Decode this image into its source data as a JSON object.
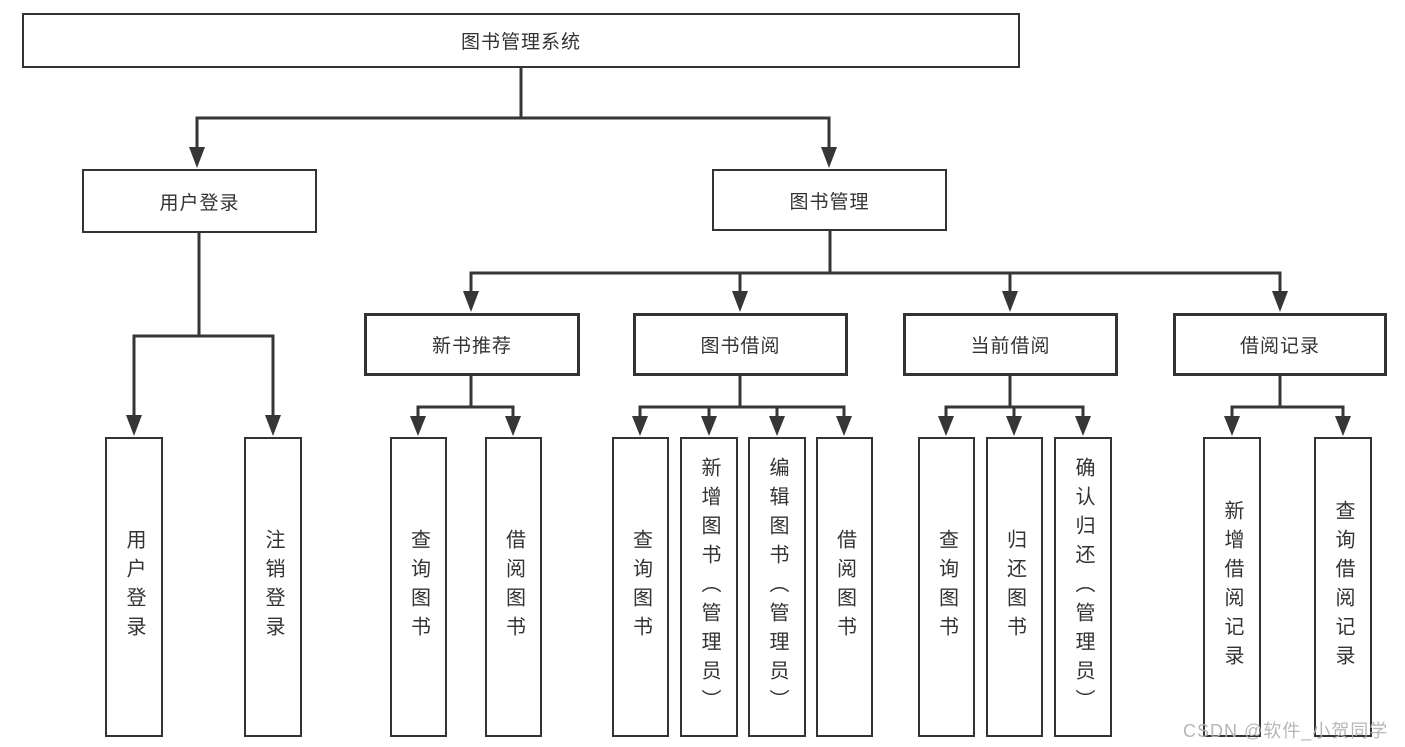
{
  "diagram_type": "tree",
  "colors": {
    "line": "#363636",
    "box_border": "#333333",
    "text": "#333333",
    "background": "#ffffff",
    "watermark": "#b2b2b2"
  },
  "watermark": "CSDN @软件_小贺同学",
  "tree": {
    "label": "图书管理系统",
    "children": [
      {
        "label": "用户登录",
        "children": [
          {
            "label": "用户登录"
          },
          {
            "label": "注销登录"
          }
        ]
      },
      {
        "label": "图书管理",
        "children": [
          {
            "label": "新书推荐",
            "children": [
              {
                "label": "查询图书"
              },
              {
                "label": "借阅图书"
              }
            ]
          },
          {
            "label": "图书借阅",
            "children": [
              {
                "label": "查询图书"
              },
              {
                "label": "新增图书（管理员）"
              },
              {
                "label": "编辑图书（管理员）"
              },
              {
                "label": "借阅图书"
              }
            ]
          },
          {
            "label": "当前借阅",
            "children": [
              {
                "label": "查询图书"
              },
              {
                "label": "归还图书"
              },
              {
                "label": "确认归还（管理员）"
              }
            ]
          },
          {
            "label": "借阅记录",
            "children": [
              {
                "label": "新增借阅记录"
              },
              {
                "label": "查询借阅记录"
              }
            ]
          }
        ]
      }
    ]
  }
}
